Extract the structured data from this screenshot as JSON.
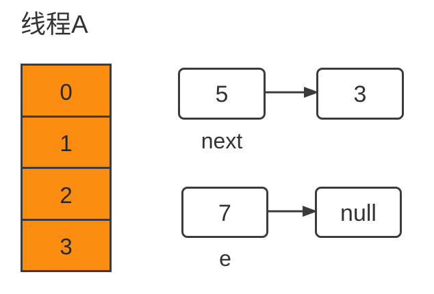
{
  "diagram": {
    "title": "线程A",
    "background_color": "#ffffff",
    "accent_color": "#fa8c10",
    "stroke_color": "#3b3b3b",
    "text_color": "#333333",
    "bucket_table": {
      "name": "hash-bucket-array",
      "cells": [
        {
          "index": "0"
        },
        {
          "index": "1"
        },
        {
          "index": "2"
        },
        {
          "index": "3"
        }
      ]
    },
    "node_rows": [
      {
        "id": "next",
        "caption": "next",
        "left_value": "5",
        "right_value": "3",
        "arrow": "right-arrow-icon"
      },
      {
        "id": "e",
        "caption": "e",
        "left_value": "7",
        "right_value": "null",
        "arrow": "right-arrow-icon"
      }
    ]
  }
}
